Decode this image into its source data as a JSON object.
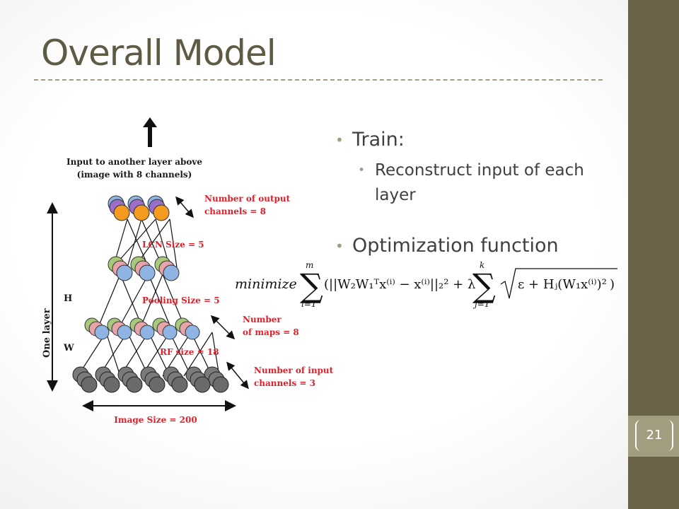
{
  "slide": {
    "title": "Overall Model",
    "page_number": "21"
  },
  "bullets": {
    "train": "Train:",
    "reconstruct": "Reconstruct input of each layer",
    "optimization": "Optimization function"
  },
  "formula": {
    "minimize": "minimize",
    "expression": "(||W₂W₁ᵀx⁽ⁱ⁾ − x⁽ⁱ⁾||₂² + λ",
    "sum1_top": "m",
    "sum1_bottom": "i=1",
    "sum2_top": "k",
    "sum2_bottom": "j=1",
    "sqrt_content": "ε + Hⱼ(W₁x⁽ⁱ⁾)²",
    "closing": ")"
  },
  "diagram": {
    "top_label_line1": "Input to another layer above",
    "top_label_line2": "(image with 8 channels)",
    "output_channels_line1": "Number  of output",
    "output_channels_line2": "channels = 8",
    "lcn_size": "LCN Size = 5",
    "pooling_size": "Pooling Size = 5",
    "maps_line1": "Number",
    "maps_line2": "of maps = 8",
    "rf_size": "RF size = 18",
    "input_channels_line1": "Number  of input",
    "input_channels_line2": "channels = 3",
    "image_size": "Image Size = 200",
    "one_layer": "One layer",
    "h_label": "H",
    "w_label": "W",
    "colors": {
      "label_dark": "#1a1a1a",
      "label_red": "#e0202a",
      "node_blue": "#8fb4e3",
      "node_orange": "#f49a1e",
      "node_purple": "#9b6fc7",
      "node_green": "#a9c97a",
      "node_pink": "#e6a3a8",
      "node_gray": "#7a7a7a"
    }
  }
}
